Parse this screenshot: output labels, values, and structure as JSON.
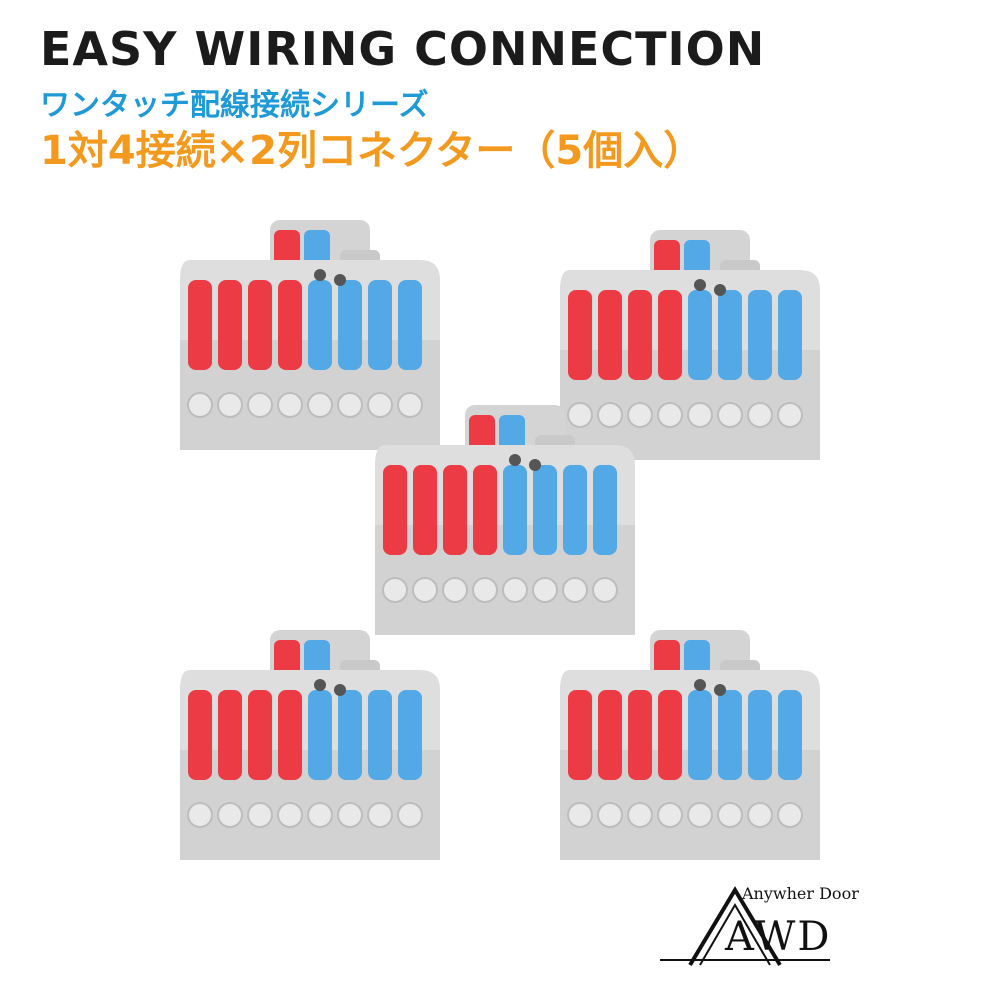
{
  "header": {
    "title": "EASY WIRING CONNECTION",
    "subtitle_jp": "ワンタッチ配線接続シリーズ",
    "product_jp": "1対4接続×2列コネクター（5個入）"
  },
  "brand": {
    "tagline": "Anywher Door",
    "logo_text": "AWD"
  },
  "colors": {
    "title": "#1b1b1b",
    "subtitle": "#1f9ad6",
    "product": "#f39a1e",
    "red_lever": "#ec3b45",
    "blue_lever": "#52a9e6",
    "housing": "#dcdcdc"
  },
  "product_image": {
    "connector_count": 5,
    "lever_colors": [
      "red",
      "red",
      "red",
      "red",
      "blue",
      "blue",
      "blue",
      "blue"
    ]
  }
}
